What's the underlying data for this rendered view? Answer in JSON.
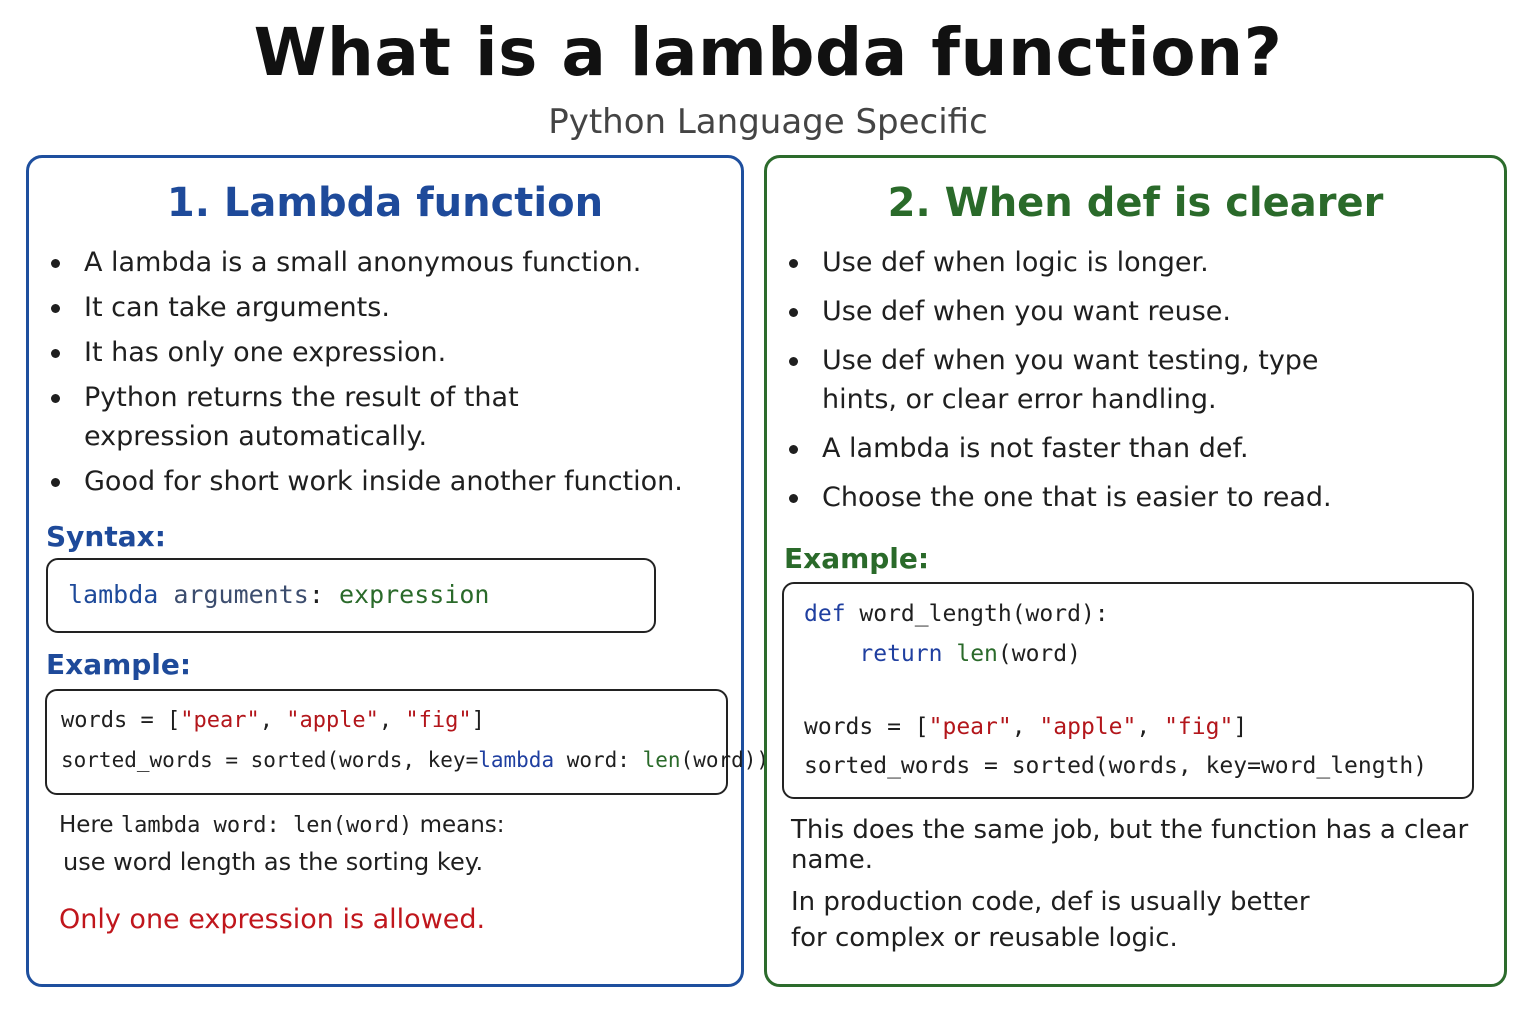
{
  "title": "What is a lambda function?",
  "subtitle": "Python Language Specific",
  "left": {
    "heading": "1. Lambda function",
    "bullets": [
      "A lambda is a small anonymous function.",
      "It can take arguments.",
      "It has only one expression.",
      "Python returns the result of that expression automatically.",
      "Good for short work inside another function."
    ],
    "syntax_label": "Syntax:",
    "syntax": {
      "kw": "lambda",
      "args": "arguments",
      "colon": ":",
      "expr": "expression"
    },
    "example_label": "Example:",
    "example": {
      "line1": {
        "a": "words = [",
        "s1": "\"pear\"",
        "c1": ", ",
        "s2": "\"apple\"",
        "c2": ", ",
        "s3": "\"fig\"",
        "e": "]"
      },
      "line2": {
        "a": "sorted_words = sorted(words, key=",
        "kw": "lambda",
        "b": " word: ",
        "fn": "len",
        "e": "(word))"
      }
    },
    "note_prefix": "Here ",
    "note_code": "lambda word: len(word)",
    "note_suffix": " means:",
    "note_line2": "use word length as the sorting key.",
    "warning": "Only one expression is allowed."
  },
  "right": {
    "heading": "2. When def is clearer",
    "bullets": [
      "Use def when logic is longer.",
      "Use def when you want reuse.",
      "Use def when you want testing, type hints, or clear error handling.",
      "A lambda is not faster than def.",
      "Choose the one that is easier to read."
    ],
    "example_label": "Example:",
    "example": {
      "line1": {
        "kw": "def",
        "rest": " word_length(word):"
      },
      "line2": {
        "indent": "    ",
        "kw": "return",
        "sp": " ",
        "fn": "len",
        "rest": "(word)"
      },
      "line3": {
        "a": "words = [",
        "s1": "\"pear\"",
        "c1": ", ",
        "s2": "\"apple\"",
        "c2": ", ",
        "s3": "\"fig\"",
        "e": "]"
      },
      "line4": "sorted_words = sorted(words, key=word_length)"
    },
    "note1": "This does the same job, but the function has a clear name.",
    "note2_line1": "In production code, def is usually better",
    "note2_line2": "for complex or reusable logic."
  },
  "colors": {
    "left_accent": "#1e4a9a",
    "right_accent": "#2a6a2a",
    "warning": "#c0161c",
    "string": "#b3161b"
  }
}
